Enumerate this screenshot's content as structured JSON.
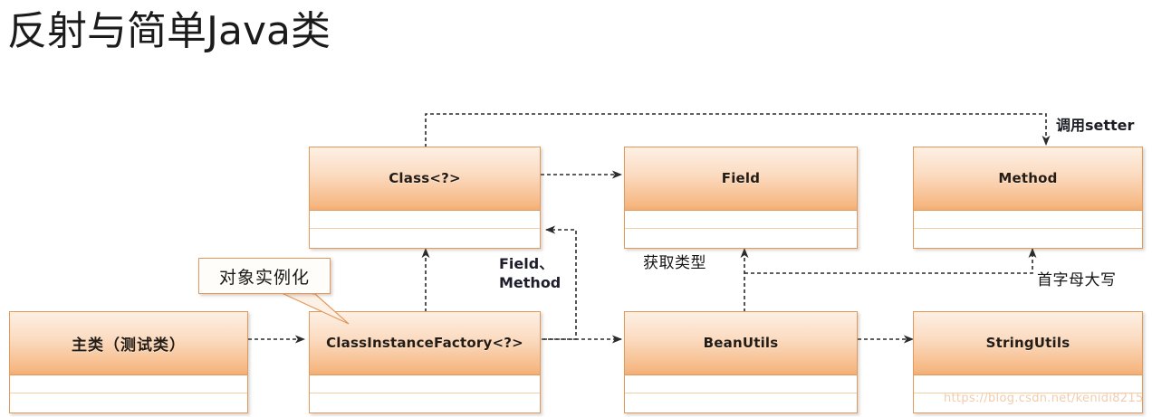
{
  "page": {
    "title": "反射与简单Java类",
    "background_color": "#ffffff",
    "accent_color": "#e09a5e",
    "header_gradient_top": "#fdf0e4",
    "header_gradient_bottom": "#f3ad72",
    "connector_color": "#333333",
    "watermark": "https://blog.csdn.net/kenidi8215"
  },
  "diagram": {
    "type": "class-diagram",
    "nodes": [
      {
        "id": "main-class",
        "label": "主类（测试类）",
        "script": "cjk"
      },
      {
        "id": "class-instance-factory",
        "label": "ClassInstanceFactory<?>",
        "script": "latin"
      },
      {
        "id": "class",
        "label": "Class<?>",
        "script": "latin"
      },
      {
        "id": "field",
        "label": "Field",
        "script": "latin"
      },
      {
        "id": "method",
        "label": "Method",
        "script": "latin"
      },
      {
        "id": "bean-utils",
        "label": "BeanUtils",
        "script": "latin"
      },
      {
        "id": "string-utils",
        "label": "StringUtils",
        "script": "latin"
      }
    ],
    "callouts": [
      {
        "id": "object-instantiation",
        "text": "对象实例化",
        "points_to": "class-instance-factory"
      }
    ],
    "edge_labels": [
      {
        "id": "call-setter",
        "text": "调用setter",
        "style": "mixed"
      },
      {
        "id": "field-method",
        "line1": "Field、",
        "line2": "Method",
        "style": "bold"
      },
      {
        "id": "get-type",
        "text": "获取类型",
        "style": "cjk"
      },
      {
        "id": "capitalize-initial",
        "text": "首字母大写",
        "style": "cjk"
      }
    ],
    "edges": [
      {
        "from": "main-class",
        "to": "class-instance-factory",
        "label": ""
      },
      {
        "from": "class-instance-factory",
        "to": "class",
        "label": ""
      },
      {
        "from": "class-instance-factory",
        "to": "class",
        "label": "Field、Method"
      },
      {
        "from": "class-instance-factory",
        "to": "bean-utils",
        "label": ""
      },
      {
        "from": "class",
        "to": "field",
        "label": ""
      },
      {
        "from": "class",
        "to": "method",
        "label": "调用setter"
      },
      {
        "from": "bean-utils",
        "to": "field",
        "label": "获取类型"
      },
      {
        "from": "bean-utils",
        "to": "method",
        "label": "首字母大写"
      },
      {
        "from": "bean-utils",
        "to": "string-utils",
        "label": ""
      }
    ]
  }
}
